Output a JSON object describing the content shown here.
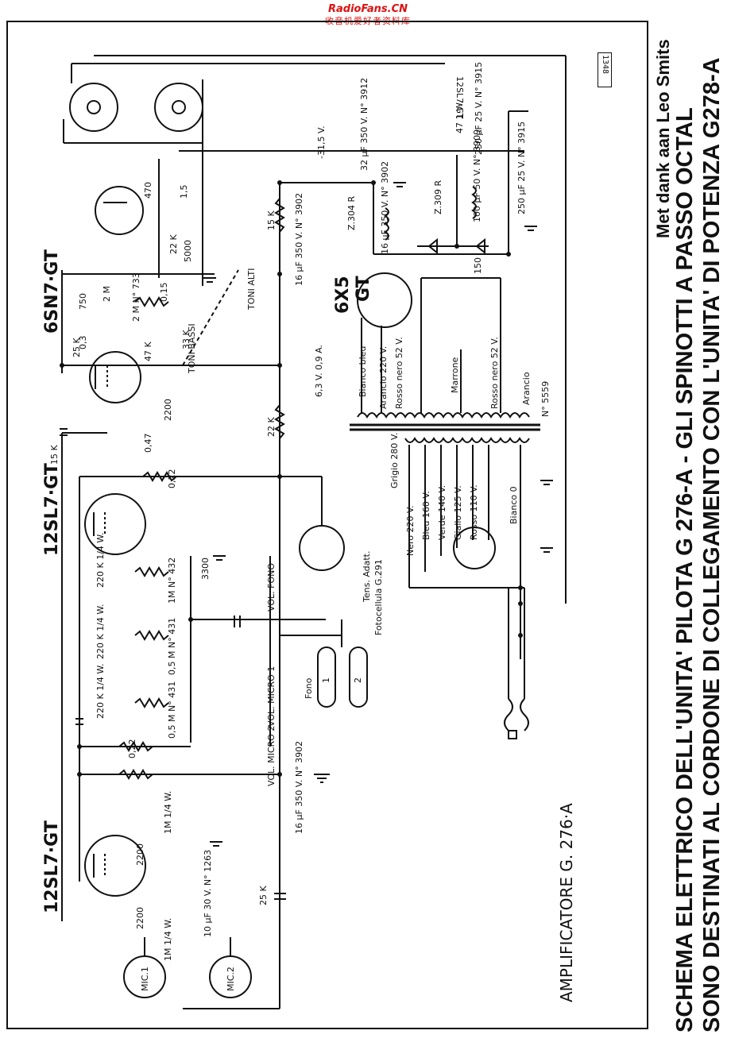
{
  "watermark": {
    "site": "RadioFans.CN",
    "subtitle": "收音机爱好者资料库"
  },
  "stamp": "1348",
  "credit": "Met dank aan Leo Smits",
  "title_line1": "SCHEMA ELETTRICO DELL'UNITA' PILOTA G 276-A  -  GLI SPINOTTI A PASSO OCTAL",
  "title_line2": "SONO DESTINATI AL CORDONE DI COLLEGAMENTO CON L'UNITA' DI POTENZA G278-A",
  "amp_label": "AMPLIFICATORE  G. 276·A",
  "tubes": {
    "t1": "12SL7·GT",
    "t2": "12SL7·GT",
    "t3": "6SN7·GT",
    "t4": "6X5",
    "t4b": "GT",
    "tube_ref": "12SL7-GT"
  },
  "controls": {
    "vol_fono": "VOL. FONO",
    "vol_micro1": "VOL. MICRO 1",
    "vol_micro2": "VOL. MICRO 2",
    "toni_bassi": "TONI BASSI",
    "toni_alti": "TONI ALTI"
  },
  "inputs": {
    "fono": "Fono",
    "in1": "1",
    "in2": "2",
    "mic1": "MIC.1",
    "mic2": "MIC.2"
  },
  "psu": {
    "tens_adatt": "Tens. Adatt.",
    "fotocellula": "Fotocellula G.291",
    "transformer": "N° 5559",
    "heater": "6,3 V. 0,9 A.",
    "minus_31": "-31,5 V.",
    "z304": "Z.304 R",
    "z309": "Z.309 R",
    "r150": "150",
    "r47": "47 1 W."
  },
  "primary_taps": [
    "Grigio 280 V.",
    "Nero 220 V.",
    "Bleu 160 V.",
    "Verde 140 V.",
    "Giallo 125 V.",
    "Rosso 110 V.",
    "Bianco 0"
  ],
  "secondary_wires": [
    "Bianco bleu",
    "Arancio 220 V.",
    "Rosso nero 52 V.",
    "Marrone",
    "Rosso nero 52 V.",
    "Arancio"
  ],
  "caps": {
    "c16_3902_a": "16 µF 350 V. N° 3902",
    "c16_3902_b": "16 µF 350 V. N° 3902",
    "c32_3912": "32 µF 350 V. N° 3912",
    "c16_3902_c": "16 µF 350 V. N° 3902",
    "c250_3915_a": "250 µF 25 V. N° 3915",
    "c250_3915_b": "250 µF 25 V. N° 3915",
    "c100_3909": "100 µF 50 V. N° 3909",
    "c10_1263": "10 µF 30 V. N° 1263",
    "c25k": "25 K",
    "c15k": "15 K",
    "c5000": "5000",
    "c3300": "3300",
    "c750": "750",
    "c22k": "22 K",
    "c47k": "47 K"
  },
  "resistors": {
    "r220k": "220 K 1/4 W.",
    "r022": "0,22",
    "r1m": "1M 1/4 W.",
    "r2200": "2200",
    "r22k": "22 K",
    "r15k": "15 K",
    "r470": "470",
    "r15": "1,5",
    "r047": "0,47",
    "r2m": "2 M",
    "r033": "0,3",
    "r015": "0,15",
    "r33k": "33 K",
    "r25k": "25 K",
    "p05m_431": "0,5 M N° 431",
    "p1m_432": "1M N° 432",
    "p2m_733": "2 M N° 733"
  }
}
